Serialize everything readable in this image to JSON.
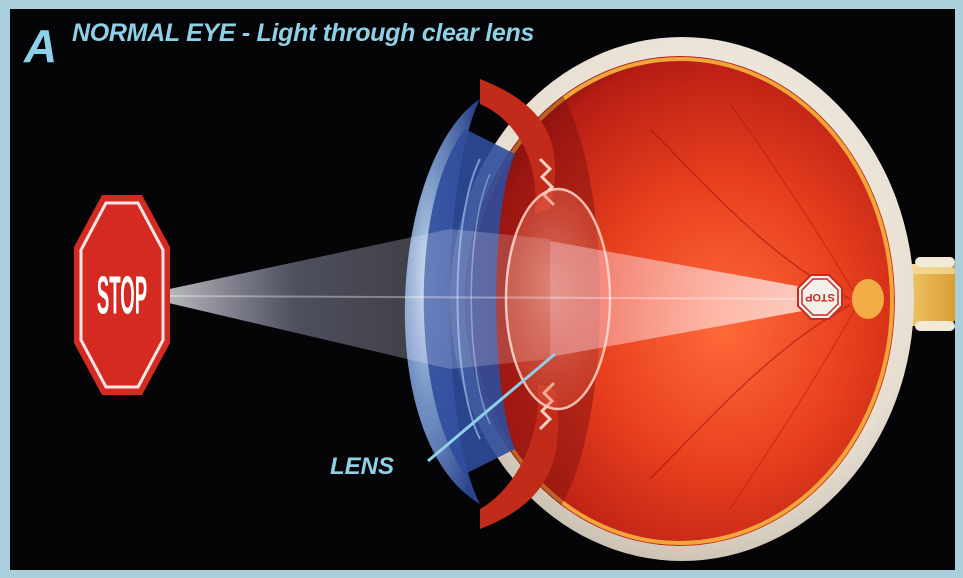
{
  "figure": {
    "letter": "A",
    "title": "NORMAL EYE - Light through clear lens"
  },
  "object": {
    "sign_text": "STOP"
  },
  "retina": {
    "image_text": "STOP"
  },
  "labels": {
    "lens": "LENS"
  },
  "colors": {
    "frame": "#a9cfdc",
    "background": "#050508",
    "label_text": "#8fd0e6",
    "sign_red": "#d42a22",
    "eye_interior": "#e8401e",
    "sclera": "#e9e2d5",
    "optic_nerve": "#e7b14a",
    "iris": "#3a58a8"
  }
}
